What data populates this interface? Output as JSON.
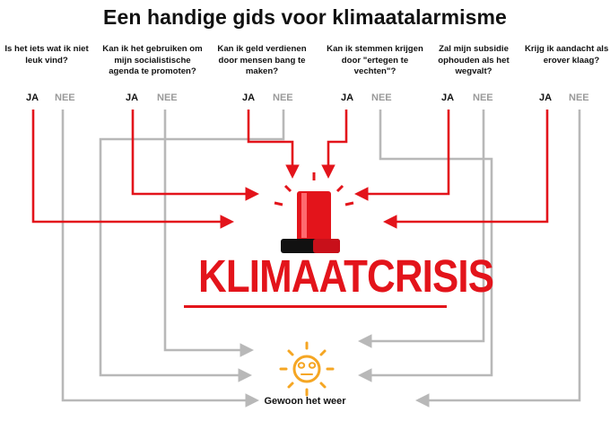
{
  "title": "Een handige gids voor klimaatalarmisme",
  "questions": [
    {
      "text": "Is het iets wat ik niet leuk vind?",
      "yes": "JA",
      "no": "NEE"
    },
    {
      "text": "Kan ik het gebruiken om mijn socialistische agenda te promoten?",
      "yes": "JA",
      "no": "NEE"
    },
    {
      "text": "Kan ik geld verdienen door mensen bang te maken?",
      "yes": "JA",
      "no": "NEE"
    },
    {
      "text": "Kan ik stemmen krijgen door \"ertegen te vechten\"?",
      "yes": "JA",
      "no": "NEE"
    },
    {
      "text": "Zal mijn subsidie ophouden als het wegvalt?",
      "yes": "JA",
      "no": "NEE"
    },
    {
      "text": "Krijg ik aandacht als ik erover klaag?",
      "yes": "JA",
      "no": "NEE"
    }
  ],
  "outcome_yes": "KLIMAATCRISIS",
  "outcome_no": "Gewoon het weer",
  "colors": {
    "yes_arrow": "#e3141b",
    "no_arrow": "#b8b8b8",
    "siren": "#e3141b",
    "sun": "#f5a623"
  },
  "icons": {
    "yes_outcome": "siren-icon",
    "no_outcome": "sun-icon"
  }
}
